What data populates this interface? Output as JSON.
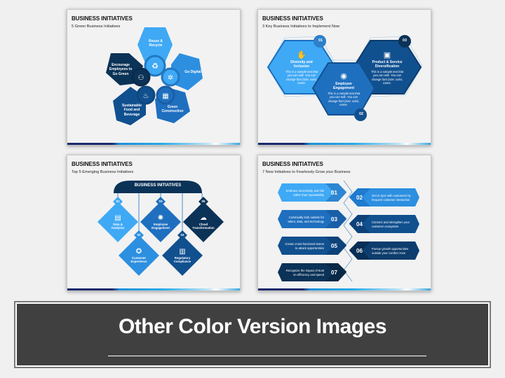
{
  "colors": {
    "page_bg": "#f0f0f0",
    "light_blue": "#3fa9f5",
    "sky_blue": "#2d8fe0",
    "mid_blue": "#1f6fbf",
    "dark_blue": "#11508f",
    "navy": "#0b3257",
    "banner_bg": "#404040"
  },
  "slides": [
    {
      "title": "BUSINESS INITIATIVES",
      "subtitle": "5 Green Business Initiatives",
      "items": [
        {
          "label": "Reuse & Recycle",
          "icon": "recycle-icon"
        },
        {
          "label": "Go Digital",
          "icon": "digital-brain-icon"
        },
        {
          "label": "Green Construction",
          "icon": "building-icon"
        },
        {
          "label": "Sustainable Food and Beverage",
          "icon": "food-icon"
        },
        {
          "label": "Encourage Employees to Go Green",
          "icon": "employees-icon"
        }
      ]
    },
    {
      "title": "BUSINESS INITIATIVES",
      "subtitle": "3 Key Business Initiatives to Implement Now",
      "items": [
        {
          "number": "01",
          "heading": "Diversity and Inclusion",
          "body": "This is a sample text that you can edit. You can change font (size, color, name.",
          "icon": "hand-people-icon"
        },
        {
          "number": "02",
          "heading": "Employee Engagement",
          "body": "This is a sample text that you can edit. You can change font (size, color, name.",
          "icon": "team-icon"
        },
        {
          "number": "03",
          "heading": "Product & Service Diversification",
          "body": "This is a sample text that you can edit. You can change font (size, color, name.",
          "icon": "product-hand-icon"
        }
      ]
    },
    {
      "title": "BUSINESS INITIATIVES",
      "subtitle": "Top 5 Emerging Business Initiatives",
      "header_label": "BUSINESS INITIATIVES",
      "items": [
        {
          "number": "01",
          "label": "Data & Analytics",
          "icon": "analytics-icon"
        },
        {
          "number": "02",
          "label": "Customer Experience",
          "icon": "customer-icon"
        },
        {
          "number": "03",
          "label": "Employee Engagement",
          "icon": "engagement-icon"
        },
        {
          "number": "04",
          "label": "Regulatory Compliance",
          "icon": "compliance-icon"
        },
        {
          "number": "05",
          "label": "Cloud Transformation",
          "icon": "cloud-icon"
        }
      ]
    },
    {
      "title": "BUSINESS INITIATIVES",
      "subtitle": "7 New Initiatives to Fearlessly Grow your Business",
      "steps": [
        {
          "number": "01",
          "text_line1": "Embrace uncertainty and risk",
          "text_line2": "rather than repeatability"
        },
        {
          "number": "02",
          "text_line1": "Get in sync with customers by",
          "text_line2": "frequent customer interaction"
        },
        {
          "number": "03",
          "text_line1": "Continually look outside for",
          "text_line2": "talent, data, and technology"
        },
        {
          "number": "04",
          "text_line1": "Connect and strengthen your",
          "text_line2": "customer ecosystem"
        },
        {
          "number": "05",
          "text_line1": "Create cross-functional teams",
          "text_line2": "to attack opportunities"
        },
        {
          "number": "06",
          "text_line1": "Pursue growth opportunities",
          "text_line2": "outside your comfort zone"
        },
        {
          "number": "07",
          "text_line1": "Recognize the impact of trust",
          "text_line2": "on efficiency and speed"
        }
      ]
    }
  ],
  "banner": {
    "title": "Other Color Version Images"
  }
}
